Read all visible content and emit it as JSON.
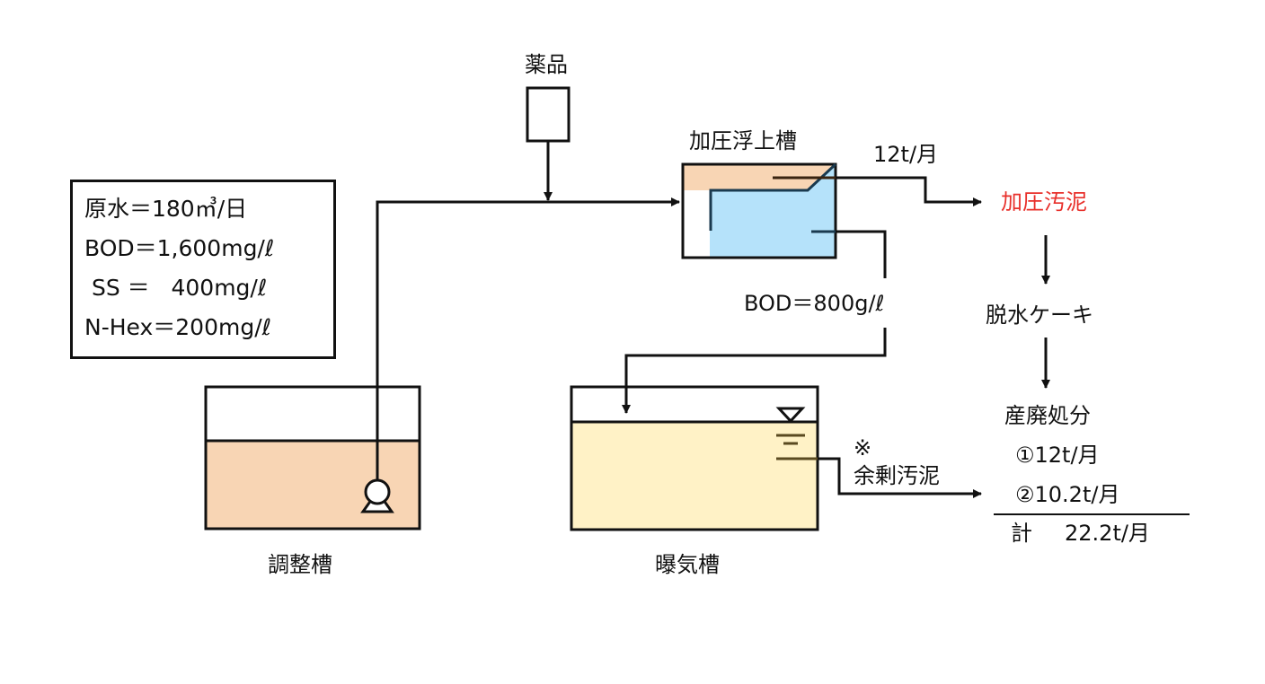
{
  "info_box": {
    "rows": [
      "原水＝180㎥/日",
      "BOD＝1,600mg/ℓ",
      " SS ＝   400mg/ℓ",
      "N-Hex＝200mg/ℓ"
    ]
  },
  "labels": {
    "chemicals": "薬品",
    "flotation_tank": "加圧浮上槽",
    "flotation_sludge_rate": "12t/月",
    "pressurized_sludge": "加圧汚泥",
    "dewatered_cake": "脱水ケーキ",
    "effluent_bod": "BOD＝800g/ℓ",
    "equalization_tank": "調整槽",
    "aeration_tank": "曝気槽",
    "excess_sludge_mark": "※",
    "excess_sludge": "余剰汚泥",
    "disposal_title": "産廃処分",
    "disposal_item_1": "①12t/月",
    "disposal_item_2": "②10.2t/月",
    "disposal_total_label": "計",
    "disposal_total_value": "22.2t/月"
  },
  "colors": {
    "equalization_liquid": "#f8d5b4",
    "flotation_scum": "#f8d5b4",
    "flotation_water": "#b5e2fa",
    "aeration_liquid": "#fff2c6",
    "highlight_text": "#e8302b"
  }
}
